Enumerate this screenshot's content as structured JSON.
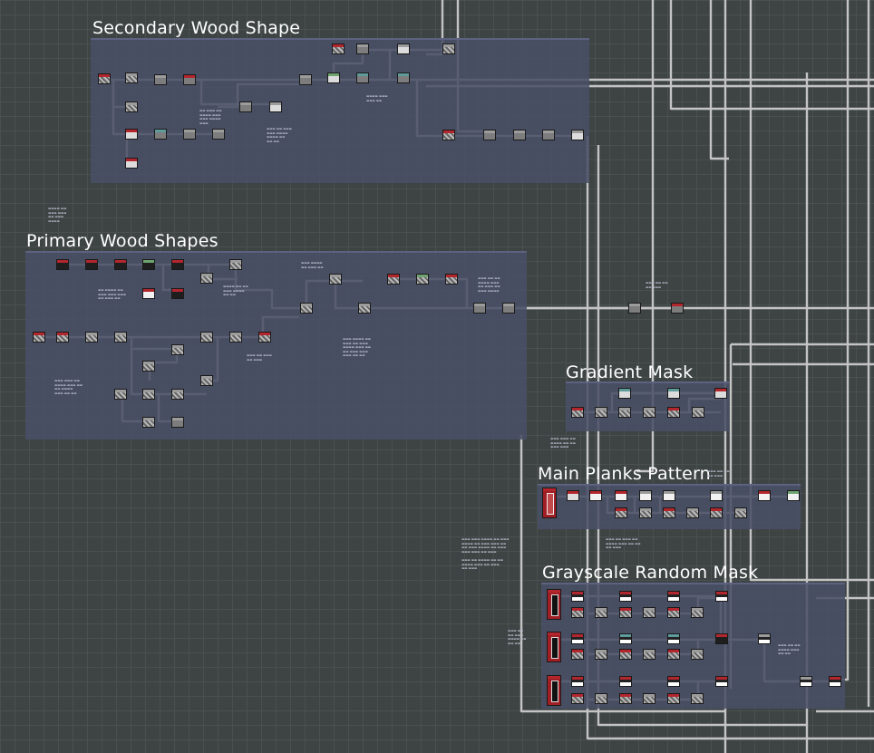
{
  "frames": {
    "secondary_wood_shape": {
      "title": "Secondary Wood Shape"
    },
    "primary_wood_shapes": {
      "title": "Primary Wood Shapes"
    },
    "gradient_mask": {
      "title": "Gradient Mask"
    },
    "main_planks_pattern": {
      "title": "Main Planks Pattern"
    },
    "grayscale_random_mask": {
      "title": "Grayscale Random Mask"
    }
  },
  "colors": {
    "canvas_bg": "#3e4444",
    "frame_bg": "#4a5066",
    "wire": "#c4c4c4",
    "node_header_red": "#b3262d",
    "title_text": "#ffffff"
  }
}
